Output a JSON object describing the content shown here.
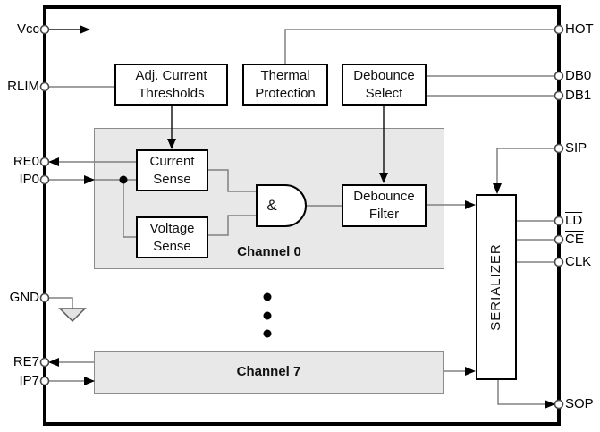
{
  "diagram_type": "ic-functional-block-diagram",
  "colors": {
    "background": "#ffffff",
    "chip_outline": "#000000",
    "block_outline": "#000000",
    "channel_fill": "#e8e8e8",
    "wire": "#808080",
    "arrow": "#000000"
  },
  "pins": {
    "left": [
      {
        "id": "vcc",
        "label": "Vcc",
        "direction": "input"
      },
      {
        "id": "rlim",
        "label": "RLIM"
      },
      {
        "id": "re0",
        "label": "RE0",
        "direction": "output"
      },
      {
        "id": "ip0",
        "label": "IP0",
        "direction": "input"
      },
      {
        "id": "gnd",
        "label": "GND"
      },
      {
        "id": "re7",
        "label": "RE7",
        "direction": "output"
      },
      {
        "id": "ip7",
        "label": "IP7",
        "direction": "input"
      }
    ],
    "right": [
      {
        "id": "hot",
        "label": "HOT",
        "active_low": true
      },
      {
        "id": "db0",
        "label": "DB0"
      },
      {
        "id": "db1",
        "label": "DB1"
      },
      {
        "id": "sip",
        "label": "SIP"
      },
      {
        "id": "ld",
        "label": "LD",
        "active_low": true
      },
      {
        "id": "ce",
        "label": "CE",
        "active_low": true
      },
      {
        "id": "clk",
        "label": "CLK"
      },
      {
        "id": "sop",
        "label": "SOP",
        "direction": "output"
      }
    ]
  },
  "blocks": {
    "adj_current_thresholds": {
      "label": "Adj. Current\nThresholds"
    },
    "thermal_protection": {
      "label": "Thermal\nProtection"
    },
    "debounce_select": {
      "label": "Debounce\nSelect"
    },
    "current_sense": {
      "label": "Current\nSense"
    },
    "voltage_sense": {
      "label": "Voltage\nSense"
    },
    "and_gate": {
      "label": "&"
    },
    "debounce_filter": {
      "label": "Debounce\nFilter"
    },
    "serializer": {
      "label": "SERIALIZER"
    },
    "channel0": {
      "label": "Channel 0"
    },
    "channel7": {
      "label": "Channel 7"
    }
  }
}
